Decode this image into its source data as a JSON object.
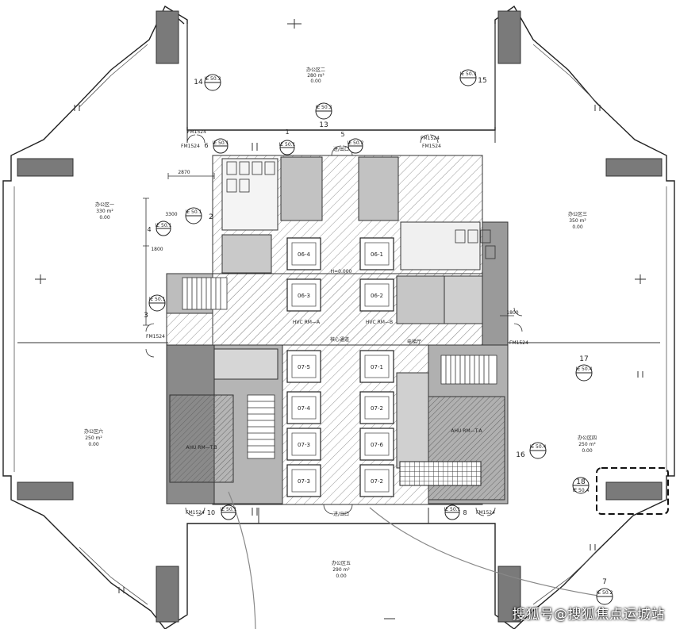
{
  "offices": [
    {
      "name": "办公区二",
      "area": "280 m²",
      "level": "0.00"
    },
    {
      "name": "办公区一",
      "area": "330 m²",
      "level": "0.00"
    },
    {
      "name": "办公区三",
      "area": "350 m²",
      "level": "0.00"
    },
    {
      "name": "办公区六",
      "area": "250 m²",
      "level": "0.00"
    },
    {
      "name": "办公区四",
      "area": "250 m²",
      "level": "0.00"
    },
    {
      "name": "办公区五",
      "area": "290 m²",
      "level": "0.00"
    }
  ],
  "markers": [
    {
      "num": "14",
      "ref": "IE 50.3"
    },
    {
      "num": "15",
      "ref": "IE 50.3"
    },
    {
      "num": "13",
      "ref": "IE 50.3"
    },
    {
      "num": "6",
      "ref": "IE 50.1"
    },
    {
      "num": "1",
      "ref": "IE 50.1"
    },
    {
      "num": "5",
      "ref": "IE 50.2"
    },
    {
      "num": "2",
      "ref": "IE 50.1"
    },
    {
      "num": "4",
      "ref": "IE 50.1"
    },
    {
      "num": "3",
      "ref": "IE 50.1"
    },
    {
      "num": "17",
      "ref": "IE 50.4"
    },
    {
      "num": "16",
      "ref": "IE 50.4"
    },
    {
      "num": "18",
      "ref": "IE 50.4"
    },
    {
      "num": "10",
      "ref": "IE 50.1"
    },
    {
      "num": "8",
      "ref": "IE 50.1"
    },
    {
      "num": "7",
      "ref": "IE 50.2"
    }
  ],
  "elevators": [
    "06-4",
    "06-1",
    "06-3",
    "06-2",
    "07-5",
    "07-1",
    "07-4",
    "07-2",
    "07-3",
    "07-6",
    "07-3",
    "07-2"
  ],
  "labels": {
    "hvc_a": "HVC RM—A",
    "hvc_b": "HVC RM—B",
    "ahu_b": "AHU RM—T.B",
    "ahu_a": "AHU RM—T.A",
    "elev_hall": "电梯厅",
    "core_corridor": "核心通道",
    "entry_top": "进/出口",
    "entry_bottom": "进/出口",
    "fm1": "FM1524",
    "fm2": "FM1524",
    "fm3": "FM1524",
    "fm4": "FM1524",
    "fm5": "FM1524",
    "fm6": "FM1524",
    "fm7": "FM1524",
    "fm8": "FM1524",
    "dim1": "2870",
    "dim2": "1800",
    "dim3": "1800",
    "dim4": "3300",
    "elev_lbl": "H=0.000"
  },
  "watermark": "搜狐号@搜狐焦点运城站"
}
